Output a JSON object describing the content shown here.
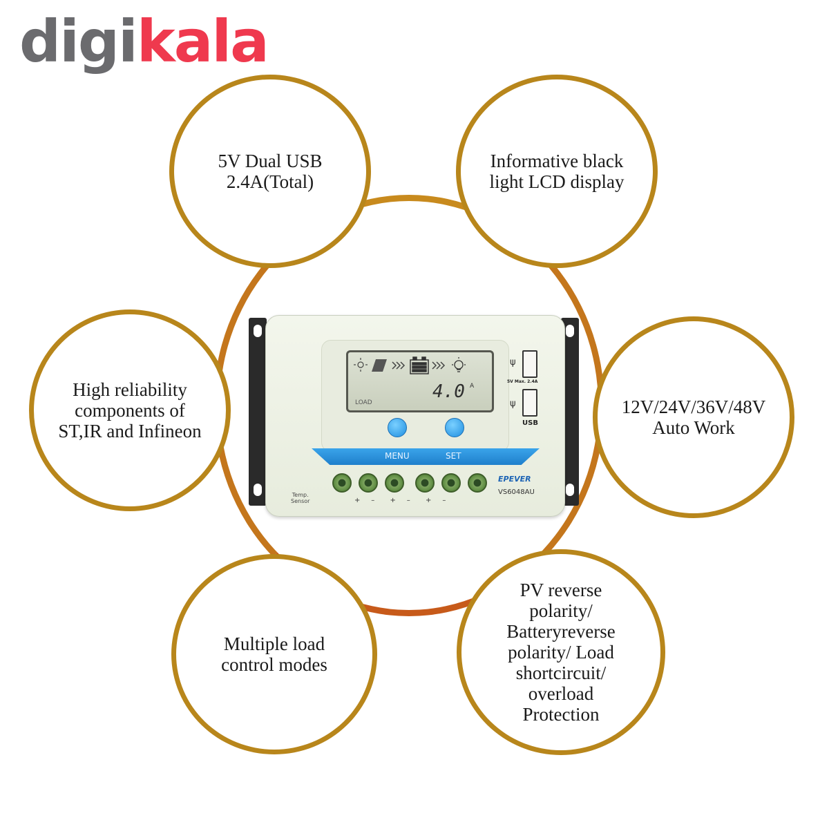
{
  "logo": {
    "part1": "digi",
    "part2": "kala"
  },
  "features": [
    {
      "text": "5V Dual USB\n2.4A(Total)"
    },
    {
      "text": "Informative black\nlight LCD display"
    },
    {
      "text": "High reliability\ncomponents of\nST,IR and Infineon"
    },
    {
      "text": "12V/24V/36V/48V\nAuto Work"
    },
    {
      "text": "Multiple load\ncontrol modes"
    },
    {
      "text": "PV reverse\npolarity/\nBatteryreverse\npolarity/ Load\nshortcircuit/\noverload\nProtection"
    }
  ],
  "device": {
    "lcd_load": "LOAD",
    "lcd_value": "4.0",
    "lcd_unit": "A",
    "menu_label": "MENU",
    "set_label": "SET",
    "usb_small": "5V   Max. 2.4A",
    "usb_label": "USB",
    "brand": "EPEVER",
    "model": "VS6048AU",
    "temp_sensor": "Temp.\nSensor",
    "polarity": "+     –       +     –       +     –"
  },
  "colors": {
    "ring": "#c88a1d",
    "logo_gray": "#6b6b6e",
    "logo_red": "#ef394e",
    "button_blue": "#1f8ee0"
  }
}
